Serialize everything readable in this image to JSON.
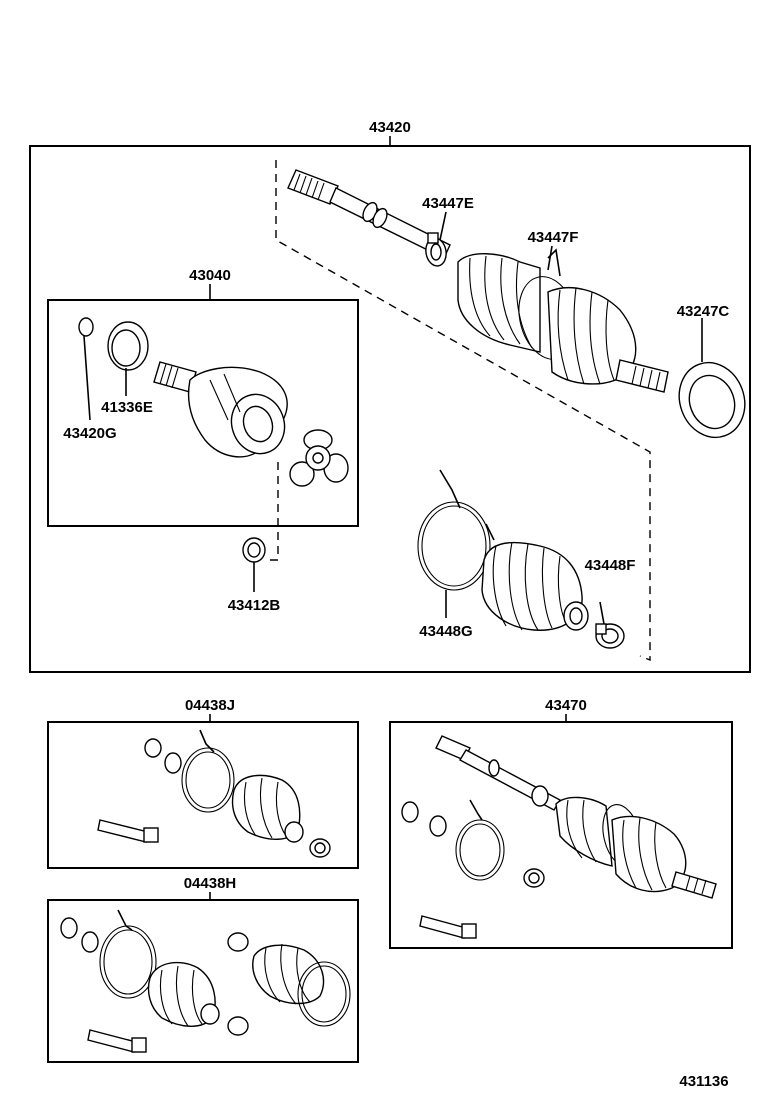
{
  "labels": {
    "assembly": "43420",
    "inner_joint": "43040",
    "seal_small": "43420G",
    "bearing": "41336E",
    "snap_ring": "43412B",
    "clamp_outer": "43447E",
    "clamp_inner": "43447F",
    "dust_seal": "43247C",
    "boot_band": "43448G",
    "boot_clamp": "43448F",
    "kit_j": "04438J",
    "kit_h": "04438H",
    "shaft_assy": "43470",
    "figure_no": "431136"
  }
}
